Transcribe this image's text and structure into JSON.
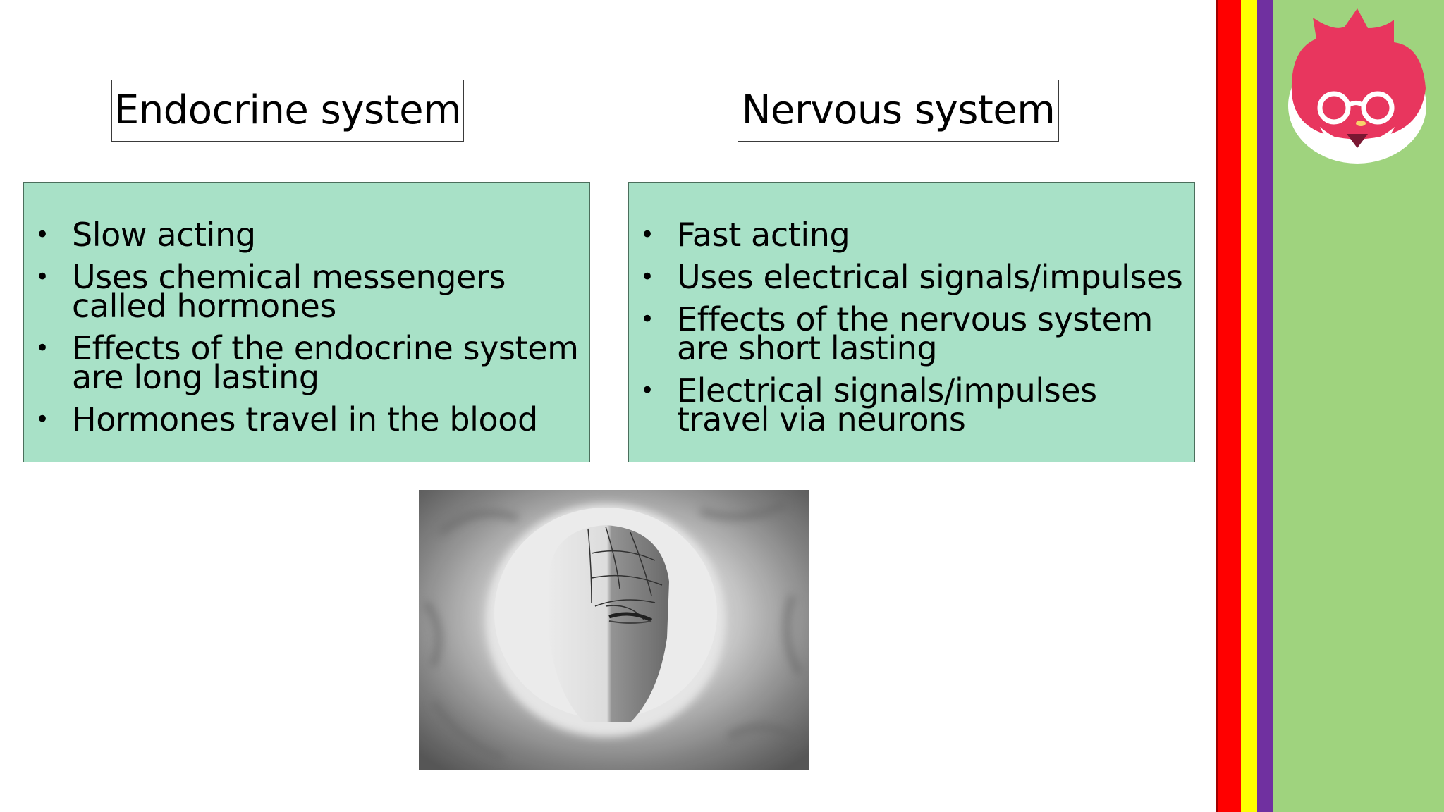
{
  "left": {
    "title": "Endocrine system",
    "bullets": [
      "Slow acting",
      "Uses chemical messengers called hormones",
      "Effects of the endocrine system are long lasting",
      "Hormones travel in the blood"
    ]
  },
  "right": {
    "title": "Nervous system",
    "bullets": [
      "Fast acting",
      "Uses electrical signals/impulses",
      "Effects of the nervous system are short lasting",
      "Electrical signals/impulses travel via neurons"
    ]
  },
  "image": {
    "description_icon": "phrenology-head-photo"
  },
  "colors": {
    "box_fill": "#a8e1c7",
    "stripe_red": "#ff0000",
    "stripe_yellow": "#ffff00",
    "stripe_purple": "#7030a0",
    "stripe_green": "#9fd37e",
    "logo_red": "#e8365e"
  }
}
